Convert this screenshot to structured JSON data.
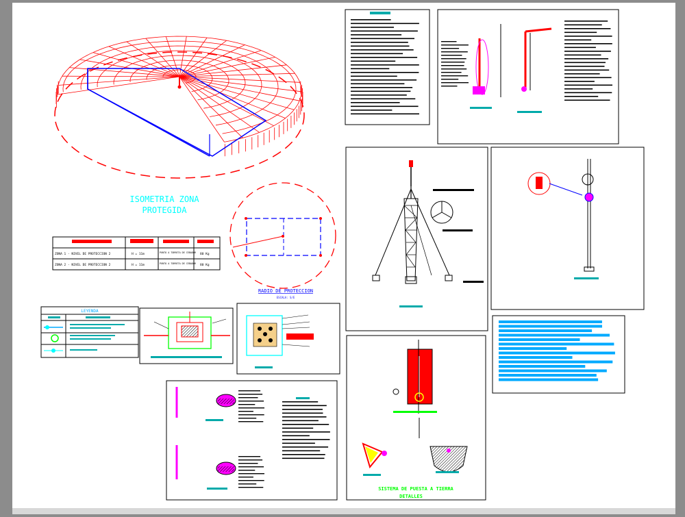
{
  "drawing": {
    "isometric_title_line1": "ISOMETRIA ZONA",
    "isometric_title_line2": "PROTEGIDA",
    "radius_title": "RADIO DE PROTECCION",
    "radius_subtitle": "ESCALA: S/E",
    "legend_title": "LEYENDA",
    "grounding_title_line1": "SISTEMA DE PUESTA A TIERRA",
    "grounding_title_line2": "DETALLES"
  },
  "zone_table": {
    "rows": [
      {
        "zone": "ZONA 1 - NIVEL DE PROTECCION 2",
        "height": "H = 11m",
        "type": "PUNTO A TORRETA DE CEBADOR",
        "value": "80 Kg"
      },
      {
        "zone": "ZONA 2 - NIVEL DE PROTECCION 2",
        "height": "H = 11m",
        "type": "PUNTO A TORRETA DE CEBADOR",
        "value": "80 Kg"
      }
    ]
  },
  "colors": {
    "background": "#ffffff",
    "frame": "#8c8c8c",
    "dome": "#ff0000",
    "building": "#0000ff",
    "annotation": "#00ffff",
    "grounding": "#00ff00",
    "magenta": "#ff00ff",
    "ink": "#000000"
  }
}
